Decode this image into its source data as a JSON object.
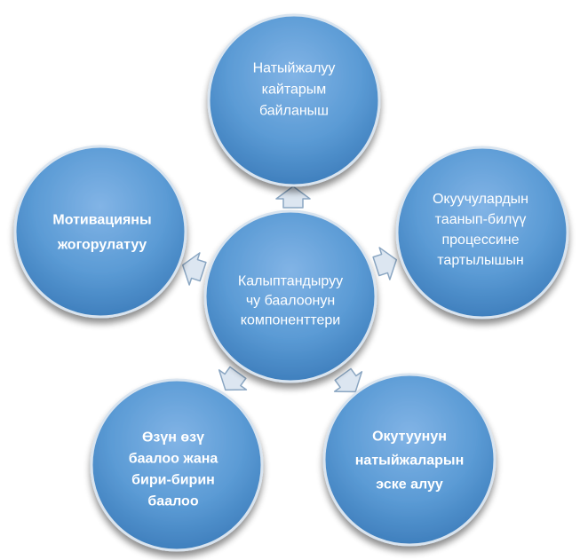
{
  "center": {
    "lines": [
      "Калыптандыруу",
      "чу баалоонун",
      "компоненттери"
    ]
  },
  "nodes": [
    {
      "id": "top",
      "bold": false,
      "lines": [
        "Натыйжалуу",
        "кайтарым",
        "байланыш"
      ]
    },
    {
      "id": "right",
      "bold": false,
      "lines": [
        "Окуучулардын",
        "таанып-билүү",
        "процессине",
        "тартылышын"
      ]
    },
    {
      "id": "bottom-right",
      "bold": true,
      "lines": [
        "Окутуунун",
        "натыйжаларын",
        "эске алуу"
      ]
    },
    {
      "id": "bottom-left",
      "bold": true,
      "lines": [
        "Өзүн өзү",
        "баалоо жана",
        "бири-бирин",
        "баалоо"
      ]
    },
    {
      "id": "left",
      "bold": true,
      "lines": [
        "Мотивацияны",
        "жогорулатуу"
      ]
    }
  ],
  "colors": {
    "circle_light": "#82b4e6",
    "circle_mid": "#5b9bd5",
    "circle_dark": "#3f7fbd",
    "circle_border": "#d9e4ef",
    "arrow_fill": "#dce6f1",
    "arrow_stroke": "#8aa6c2"
  }
}
